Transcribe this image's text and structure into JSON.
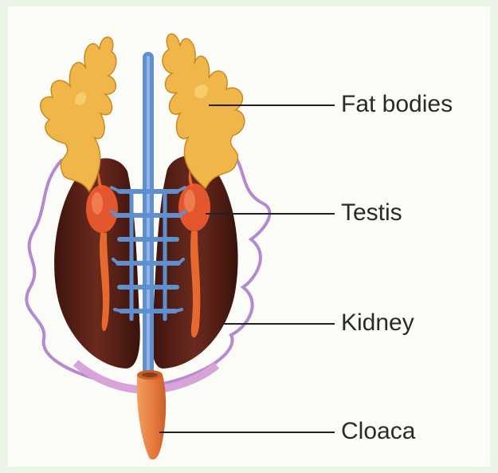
{
  "labels": {
    "fat_bodies": "Fat bodies",
    "testis": "Testis",
    "kidney": "Kidney",
    "cloaca": "Cloaca"
  },
  "colors": {
    "background": "#ecf4e7",
    "panel": "#fbfcf8",
    "fat_body": "#f0b64a",
    "kidney": "#5a1f16",
    "testis": "#e4572e",
    "vein": "#5f8fce",
    "duct": "#b68ad0",
    "cloaca": "#e98a44",
    "leader_line": "#222222"
  }
}
